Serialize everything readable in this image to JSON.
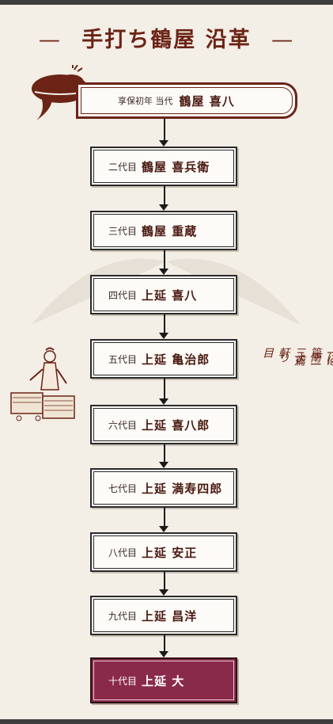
{
  "title": {
    "dash_left": "—",
    "text": "手打ち鶴屋 沿革",
    "dash_right": "—"
  },
  "founder": {
    "era": "享保初年 当代",
    "name": "鶴屋 喜八"
  },
  "generations": [
    {
      "gen": "二代目",
      "name": "鶴屋 喜兵衛"
    },
    {
      "gen": "三代目",
      "name": "鶴屋 重蔵"
    },
    {
      "gen": "四代目",
      "name": "上延 喜八"
    },
    {
      "gen": "五代目",
      "name": "上延 亀治郎"
    },
    {
      "gen": "六代目",
      "name": "上延 喜八郎"
    },
    {
      "gen": "七代目",
      "name": "上延 満寿四郎"
    },
    {
      "gen": "八代目",
      "name": "上延 安正"
    },
    {
      "gen": "九代目",
      "name": "上延 昌洋"
    },
    {
      "gen": "十代目",
      "name": "上延 大"
    }
  ],
  "handwritten": {
    "col1": "そばは一篇",
    "col2": "宿は二篇",
    "col3": "宿は南より",
    "col4": "三軒目"
  },
  "colors": {
    "brown": "#6b2416",
    "final_bg": "#8a2a4a",
    "paper": "#f3eee6"
  }
}
